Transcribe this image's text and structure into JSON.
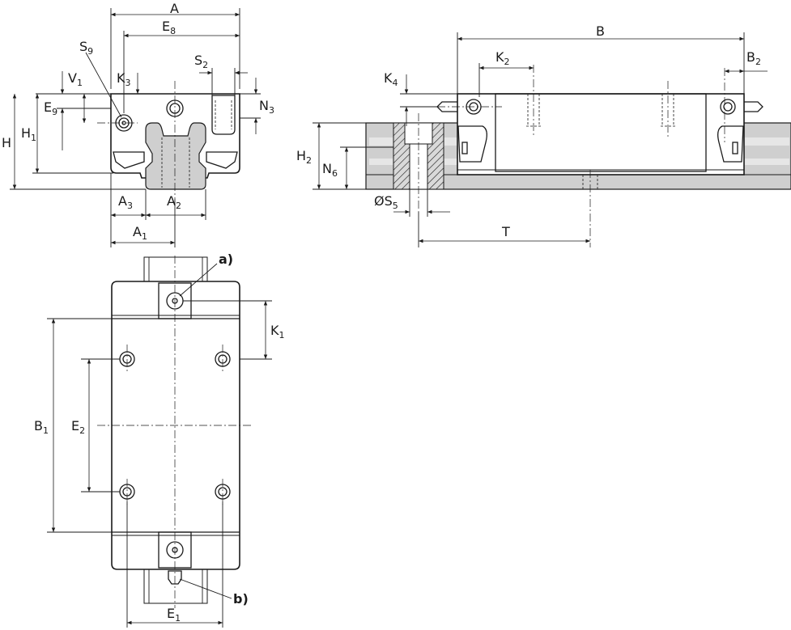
{
  "labels": {
    "A": "A",
    "E8": [
      "E",
      "8"
    ],
    "S9": [
      "S",
      "9"
    ],
    "S2": [
      "S",
      "2"
    ],
    "V1": [
      "V",
      "1"
    ],
    "K3": [
      "K",
      "3"
    ],
    "N3": [
      "N",
      "3"
    ],
    "E9": [
      "E",
      "9"
    ],
    "H": "H",
    "H1": [
      "H",
      "1"
    ],
    "A3": [
      "A",
      "3"
    ],
    "A2": [
      "A",
      "2"
    ],
    "A1": [
      "A",
      "1"
    ],
    "B": "B",
    "K2": [
      "K",
      "2"
    ],
    "B2": [
      "B",
      "2"
    ],
    "K4": [
      "K",
      "4"
    ],
    "H2": [
      "H",
      "2"
    ],
    "N6": [
      "N",
      "6"
    ],
    "S5": [
      "ØS",
      "5"
    ],
    "T": "T",
    "K1": [
      "K",
      "1"
    ],
    "B1": [
      "B",
      "1"
    ],
    "E2": [
      "E",
      "2"
    ],
    "E1": [
      "E",
      "1"
    ],
    "note_a": "a)",
    "note_b": "b)"
  }
}
